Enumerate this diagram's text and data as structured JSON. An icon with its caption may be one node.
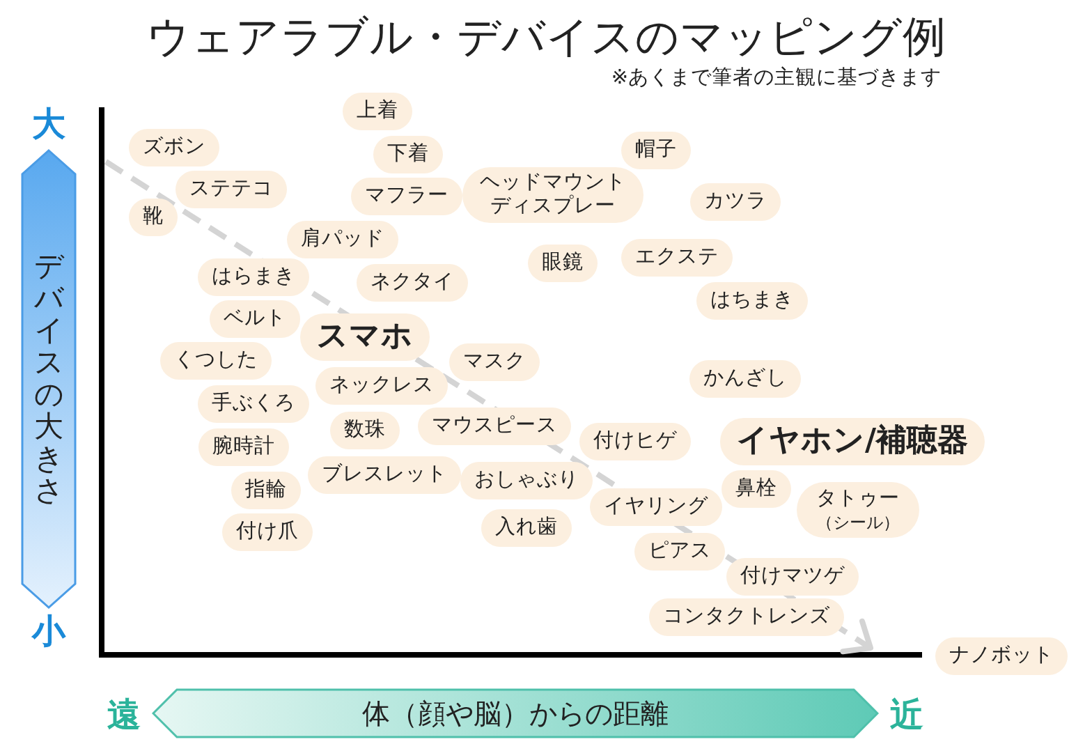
{
  "diagram": {
    "title": "ウェアラブル・デバイスのマッピング例",
    "nodes": [
      {
        "text": [
          "上着"
        ]
      },
      {
        "text": [
          "ズボン"
        ]
      },
      {
        "text": [
          "帽子"
        ]
      },
      {
        "text": [
          "下着"
        ]
      },
      {
        "text": [
          "ステテコ"
        ]
      },
      {
        "text": [
          "マフラー"
        ]
      },
      {
        "text": [
          "ヘッドマウントディスプレー"
        ]
      },
      {
        "text": [
          "カツラ"
        ]
      },
      {
        "text": [
          "靴"
        ]
      },
      {
        "text": [
          "肩パッド"
        ]
      },
      {
        "text": [
          "眼鏡"
        ]
      },
      {
        "text": [
          "エクステ"
        ]
      },
      {
        "text": [
          "はらまき"
        ]
      },
      {
        "text": [
          "ネクタイ"
        ]
      },
      {
        "text": [
          "はちまき"
        ]
      },
      {
        "text": [
          "ベルト"
        ]
      },
      {
        "text": [
          "スマホ"
        ]
      },
      {
        "text": [
          "くつした"
        ]
      },
      {
        "text": [
          "マスク"
        ]
      },
      {
        "text": [
          "かんざし"
        ]
      },
      {
        "text": [
          "ネックレス"
        ]
      },
      {
        "text": [
          "手ぶくろ"
        ]
      },
      {
        "text": [
          "数珠"
        ]
      },
      {
        "text": [
          "マウスピース"
        ]
      },
      {
        "text": [
          "付けヒゲ"
        ]
      },
      {
        "text": [
          "イヤホン/補聴器"
        ]
      },
      {
        "text": [
          "腕時計"
        ]
      },
      {
        "text": [
          "ブレスレット"
        ]
      },
      {
        "text": [
          "おしゃぶり"
        ]
      },
      {
        "text": [
          "鼻栓"
        ]
      },
      {
        "text": [
          "タトゥー",
          "（シール）"
        ]
      },
      {
        "text": [
          "指輪"
        ]
      },
      {
        "text": [
          "イヤリング"
        ]
      },
      {
        "text": [
          "付け爪"
        ]
      },
      {
        "text": [
          "入れ歯"
        ]
      },
      {
        "text": [
          "ピアス"
        ]
      },
      {
        "text": [
          "付けマツゲ"
        ]
      },
      {
        "text": [
          "コンタクトレンズ"
        ]
      },
      {
        "text": [
          "ナノボット"
        ]
      },
      {
        "text": [
          "デバイスの大きさ"
        ]
      },
      {
        "text": [
          "体（顔や脳）からの距離"
        ]
      }
    ],
    "labels": [
      "※あくまで筆者の主観に基づきます",
      "大",
      "小",
      "遠",
      "近"
    ]
  }
}
